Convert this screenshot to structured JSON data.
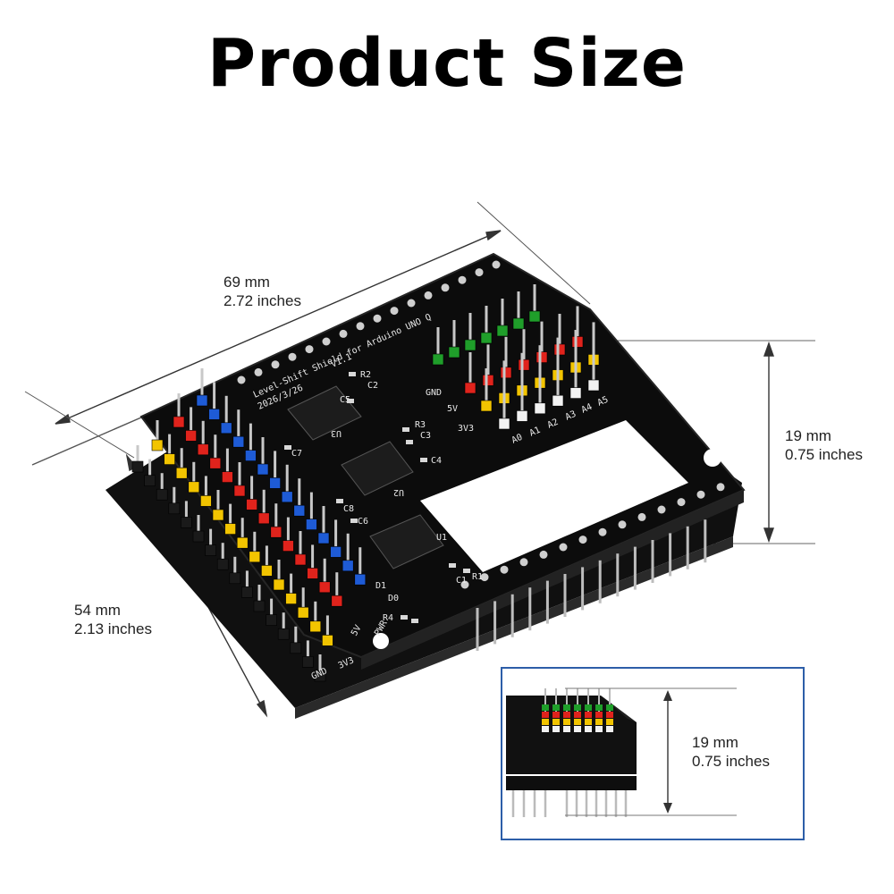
{
  "title": "Product Size",
  "dimensions": {
    "length": {
      "mm": "69 mm",
      "inch": "2.72 inches"
    },
    "width": {
      "mm": "54 mm",
      "inch": "2.13 inches"
    },
    "height": {
      "mm": "19 mm",
      "inch": "0.75 inches"
    },
    "inset_height": {
      "mm": "19 mm",
      "inch": "0.75 inches"
    }
  },
  "board": {
    "name": "Level-Shift Shield for Arduino UNO Q",
    "version": "V1.1",
    "date": "2026/3/26",
    "left_pin_labels": [
      "GND",
      "3V3",
      "5V"
    ],
    "right_pin_labels": [
      "GND",
      "5V",
      "3V3"
    ],
    "analog_labels": [
      "A0",
      "A1",
      "A2",
      "A3",
      "A4",
      "A5"
    ],
    "components": [
      "R2",
      "C2",
      "U3",
      "C5",
      "R3",
      "C3",
      "C4",
      "U2",
      "C7",
      "C8",
      "C6",
      "U1",
      "C1",
      "R1",
      "D1",
      "D0",
      "R4",
      "PWR"
    ]
  },
  "colors": {
    "pcb": "#111111",
    "header_red": "#e0231c",
    "header_yellow": "#f2c400",
    "header_blue": "#1e5bd6",
    "header_green": "#1f9e2a",
    "header_white": "#f2f2f2",
    "frame_blue": "#2d5ea8"
  }
}
